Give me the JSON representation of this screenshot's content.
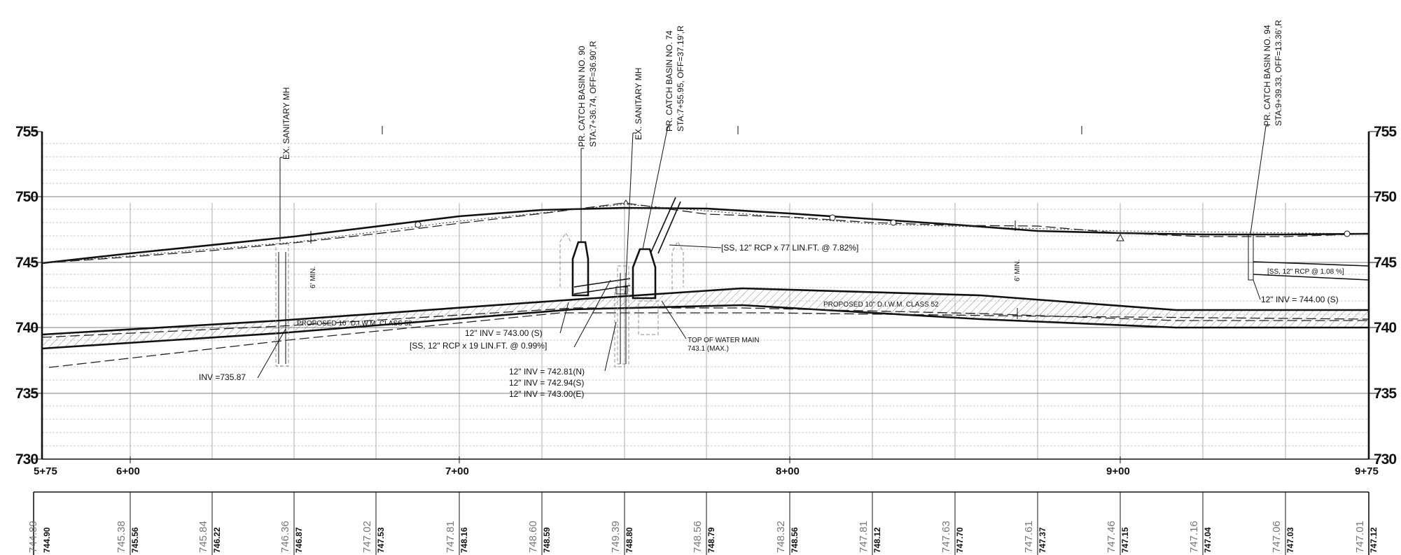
{
  "elevation_axis": [
    "755",
    "750",
    "745",
    "740",
    "735",
    "730"
  ],
  "station_labels": [
    "5+75",
    "6+00",
    "7+00",
    "8+00",
    "9+00",
    "9+75"
  ],
  "callouts": {
    "ex_sanitary_mh_1": "EX. SANITARY MH",
    "ex_sanitary_mh_2": "EX. SANITARY MH",
    "cb90_line1": "PR. CATCH BASIN NO. 90",
    "cb90_line2": "STA:7+36.74, OFF=36.90',R",
    "cb74_line1": "PR. CATCH BASIN NO. 74",
    "cb74_line2": "STA:7+55.95, OFF=37.19',R",
    "cb94_line1": "PR. CATCH BASIN NO. 94",
    "cb94_line2": "STA:9+39.33, OFF=13.36',R",
    "ss_77": "[SS, 12\"  RCP x 77 LIN.FT.  @ 7.82%]",
    "ss_19": "[SS, 12\"  RCP x 19 LIN.FT.  @ 0.99%]",
    "ss_108": "[SS, 12\" RCP @ 1.08 %]",
    "inv_744": "12\"  INV = 744.00 (S)",
    "inv_743s": "12\"  INV = 743.00 (S)",
    "inv_73587": "INV =735.87",
    "inv_n": "12\"  INV = 742.81(N)",
    "inv_s": "12\"  INV = 742.94(S)",
    "inv_e": "12\"  INV = 743.00(E)",
    "top_water_main_1": "TOP OF WATER MAIN",
    "top_water_main_2": "743.1 (MAX.)",
    "proposed_wm_1": "PROPOSED 10\" D.I.W.M. CLASS 52",
    "proposed_wm_2": "PROPOSED 10\" D.I.W.M. CLASS 52",
    "min_cover_1": "6' MIN.",
    "min_cover_2": "6' MIN."
  },
  "elevation_table": {
    "existing": [
      "744.89",
      "745.38",
      "745.84",
      "746.36",
      "747.02",
      "747.81",
      "748.60",
      "749.39",
      "748.56",
      "748.32",
      "747.81",
      "747.63",
      "747.61",
      "747.46",
      "747.16",
      "747.06",
      "747.01"
    ],
    "proposed": [
      "744.90",
      "745.56",
      "746.22",
      "746.87",
      "747.53",
      "748.16",
      "748.59",
      "748.80",
      "748.79",
      "748.56",
      "748.12",
      "747.70",
      "747.37",
      "747.15",
      "747.04",
      "747.03",
      "747.12"
    ]
  }
}
